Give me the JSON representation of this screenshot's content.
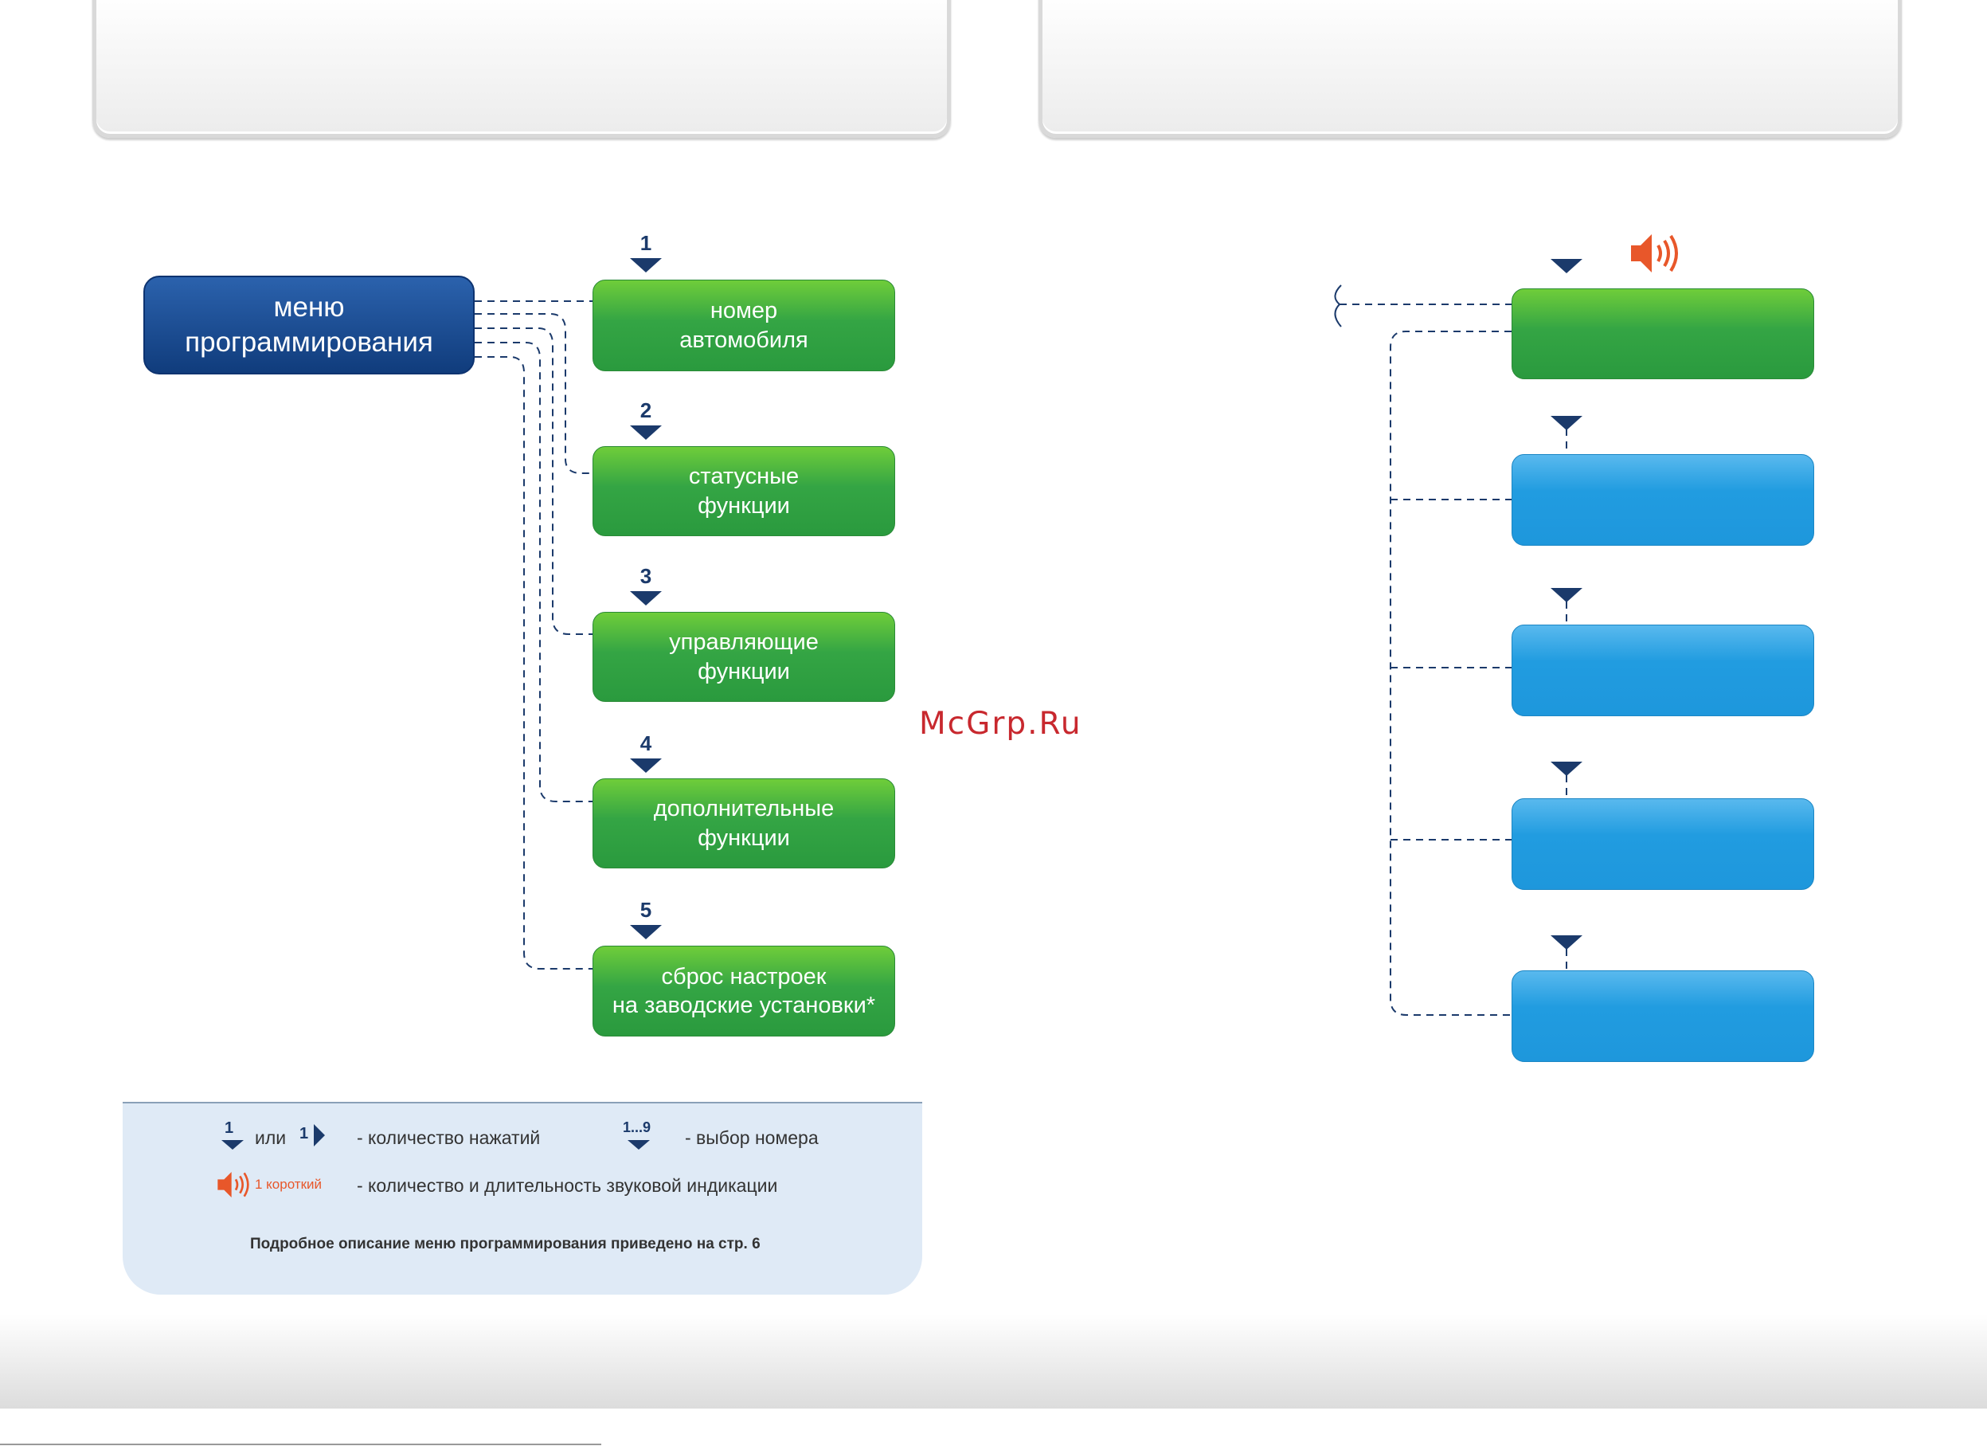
{
  "menu": {
    "label_line1": "меню",
    "label_line2": "программирования"
  },
  "items": [
    {
      "number": "1",
      "line1": "номер",
      "line2": "автомобиля"
    },
    {
      "number": "2",
      "line1": "статусные",
      "line2": "функции"
    },
    {
      "number": "3",
      "line1": "управляющие",
      "line2": "функции"
    },
    {
      "number": "4",
      "line1": "дополнительные",
      "line2": "функции"
    },
    {
      "number": "5",
      "line1": "сброс настроек",
      "line2": "на заводские установки*"
    }
  ],
  "legend": {
    "press_num": "1",
    "or": "или",
    "press_num2": "1",
    "presses": "- количество нажатий",
    "range": "1...9",
    "select": "- выбор номера",
    "sound_label": "1 короткий",
    "sound_desc": "- количество и длительность звуковой индикации",
    "note": "Подробное описание меню программирования приведено на стр. 6"
  },
  "watermark": "McGrp.Ru",
  "colors": {
    "navy": "#1b3a6b",
    "green": "#34a544",
    "blue": "#219ce0",
    "speaker": "#e8572a",
    "watermark": "#c8282e"
  }
}
